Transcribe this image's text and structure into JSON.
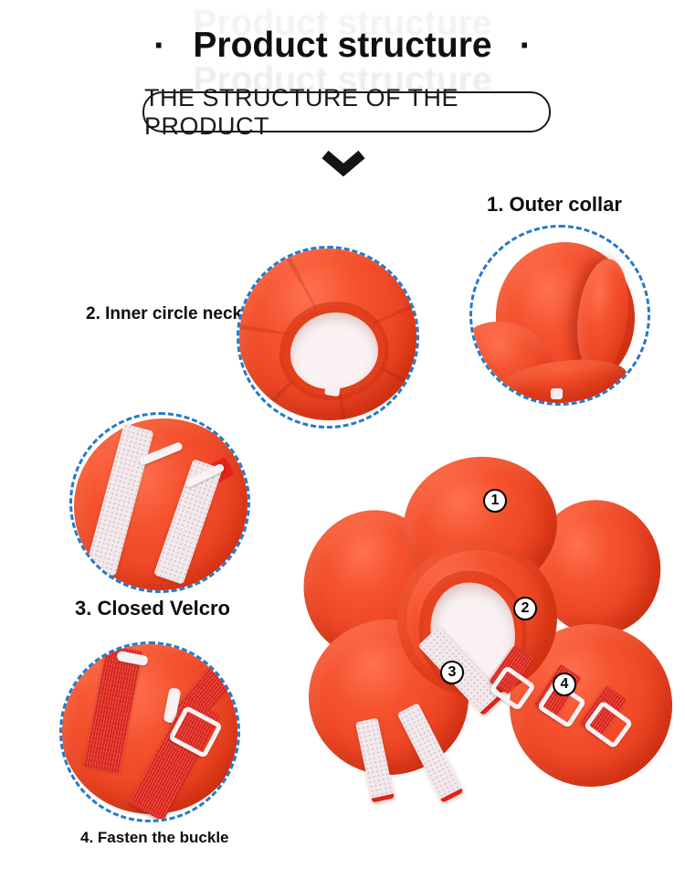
{
  "header": {
    "dot_left": "·",
    "title": "Product structure",
    "dot_right": "·",
    "banner": "THE STRUCTURE OF THE PRODUCT"
  },
  "icons": {
    "chevron_down": "chevron-down"
  },
  "callouts": [
    {
      "num": "1",
      "label": "1. Outer collar"
    },
    {
      "num": "2",
      "label": "2. Inner circle neck"
    },
    {
      "num": "3",
      "label": "3. Closed Velcro"
    },
    {
      "num": "4",
      "label": "4. Fasten the buckle"
    }
  ],
  "markers": [
    "1",
    "2",
    "3",
    "4"
  ],
  "colors": {
    "product_orange": "#ee4726",
    "product_orange_dark": "#d63312",
    "strap_red": "#e2251b",
    "velcro_white": "#f3e9ed",
    "neck_hole_white": "#f9f1f2",
    "callout_dash_blue": "#2579cb",
    "text_black": "#111111",
    "background": "#ffffff"
  }
}
